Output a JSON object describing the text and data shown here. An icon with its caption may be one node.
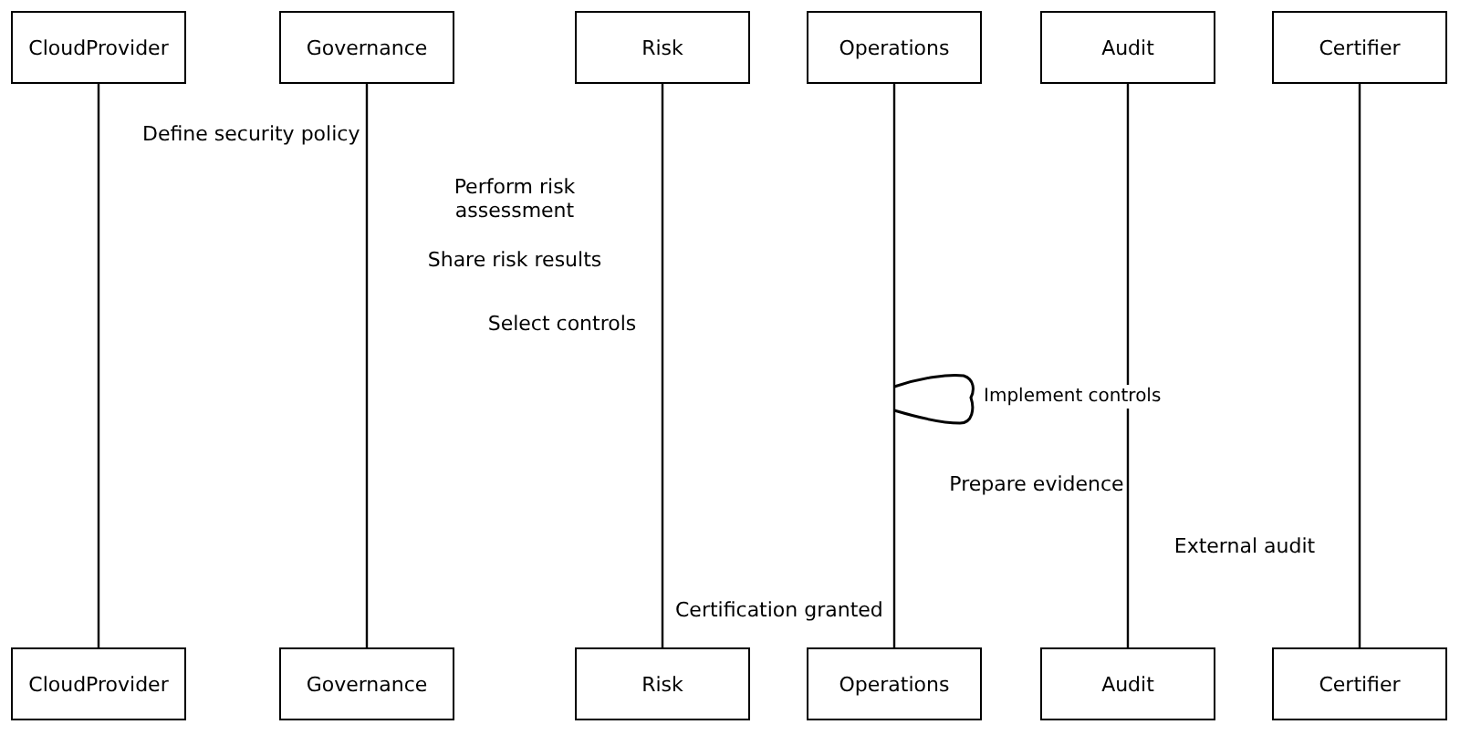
{
  "diagram": {
    "nodes": [
      {
        "text": [
          "CloudProvider"
        ]
      },
      {
        "text": [
          "Governance"
        ]
      },
      {
        "text": [
          "Risk"
        ]
      },
      {
        "text": [
          "Operations"
        ]
      },
      {
        "text": [
          "Audit"
        ]
      },
      {
        "text": [
          "Certifier"
        ]
      },
      {
        "text": [
          "CloudProvider"
        ]
      },
      {
        "text": [
          "Governance"
        ]
      },
      {
        "text": [
          "Risk"
        ]
      },
      {
        "text": [
          "Operations"
        ]
      },
      {
        "text": [
          "Audit"
        ]
      },
      {
        "text": [
          "Certifier"
        ]
      }
    ],
    "edges": [
      {
        "from": 0,
        "to": 6,
        "arrow": "none"
      },
      {
        "from": 1,
        "to": 7,
        "arrow": "none"
      },
      {
        "from": 2,
        "to": 8,
        "arrow": "none"
      },
      {
        "from": 3,
        "to": 9,
        "arrow": "none"
      },
      {
        "from": 4,
        "to": 10,
        "arrow": "none"
      },
      {
        "from": 5,
        "to": 11,
        "arrow": "none"
      }
    ],
    "labels": [
      "Define security policy",
      "Perform risk assessment",
      "Share risk results",
      "Select controls",
      "Implement controls",
      "Prepare evidence",
      "External audit",
      "Certification granted"
    ]
  }
}
